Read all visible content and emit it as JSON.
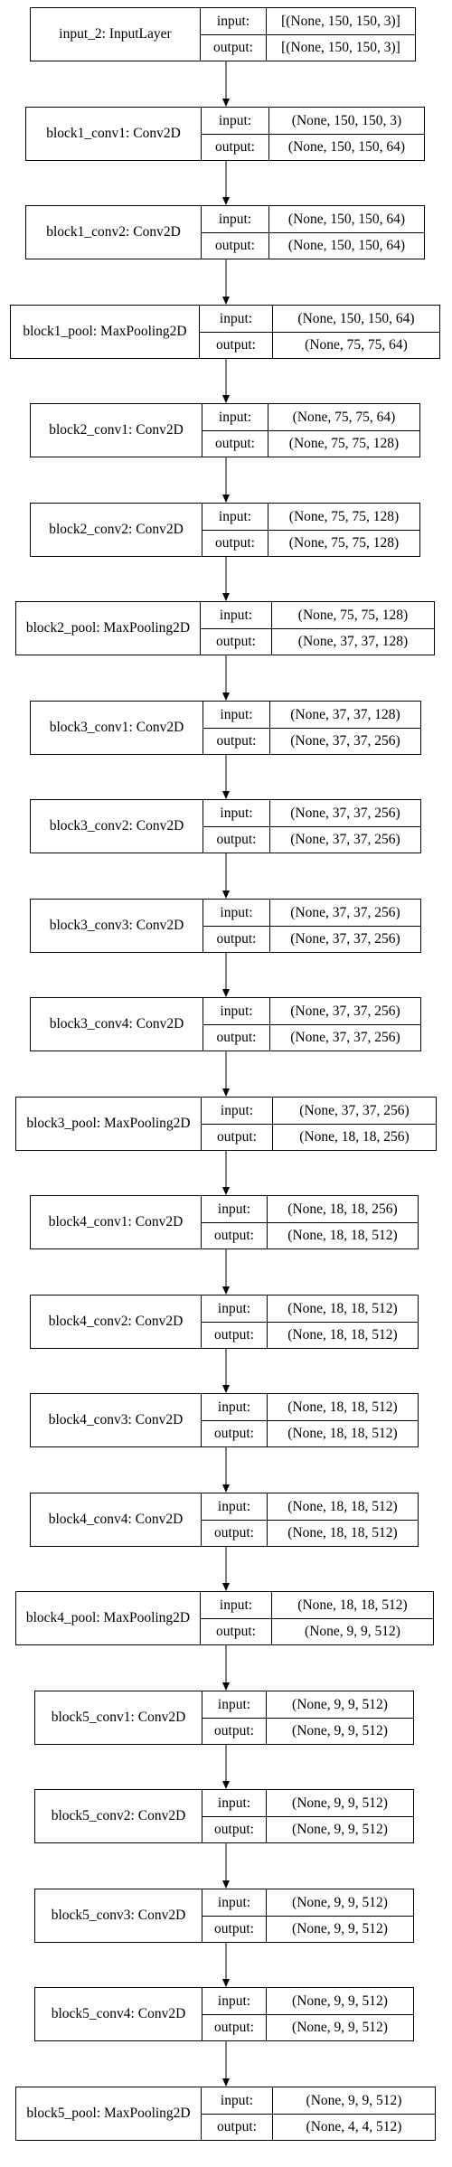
{
  "io_labels": {
    "input": "input:",
    "output": "output:"
  },
  "layers": [
    {
      "name": "input_2: InputLayer",
      "input": "[(None, 150, 150, 3)]",
      "output": "[(None, 150, 150, 3)]"
    },
    {
      "name": "block1_conv1: Conv2D",
      "input": "(None, 150, 150, 3)",
      "output": "(None, 150, 150, 64)"
    },
    {
      "name": "block1_conv2: Conv2D",
      "input": "(None, 150, 150, 64)",
      "output": "(None, 150, 150, 64)"
    },
    {
      "name": "block1_pool: MaxPooling2D",
      "input": "(None, 150, 150, 64)",
      "output": "(None, 75, 75, 64)"
    },
    {
      "name": "block2_conv1: Conv2D",
      "input": "(None, 75, 75, 64)",
      "output": "(None, 75, 75, 128)"
    },
    {
      "name": "block2_conv2: Conv2D",
      "input": "(None, 75, 75, 128)",
      "output": "(None, 75, 75, 128)"
    },
    {
      "name": "block2_pool: MaxPooling2D",
      "input": "(None, 75, 75, 128)",
      "output": "(None, 37, 37, 128)"
    },
    {
      "name": "block3_conv1: Conv2D",
      "input": "(None, 37, 37, 128)",
      "output": "(None, 37, 37, 256)"
    },
    {
      "name": "block3_conv2: Conv2D",
      "input": "(None, 37, 37, 256)",
      "output": "(None, 37, 37, 256)"
    },
    {
      "name": "block3_conv3: Conv2D",
      "input": "(None, 37, 37, 256)",
      "output": "(None, 37, 37, 256)"
    },
    {
      "name": "block3_conv4: Conv2D",
      "input": "(None, 37, 37, 256)",
      "output": "(None, 37, 37, 256)"
    },
    {
      "name": "block3_pool: MaxPooling2D",
      "input": "(None, 37, 37, 256)",
      "output": "(None, 18, 18, 256)"
    },
    {
      "name": "block4_conv1: Conv2D",
      "input": "(None, 18, 18, 256)",
      "output": "(None, 18, 18, 512)"
    },
    {
      "name": "block4_conv2: Conv2D",
      "input": "(None, 18, 18, 512)",
      "output": "(None, 18, 18, 512)"
    },
    {
      "name": "block4_conv3: Conv2D",
      "input": "(None, 18, 18, 512)",
      "output": "(None, 18, 18, 512)"
    },
    {
      "name": "block4_conv4: Conv2D",
      "input": "(None, 18, 18, 512)",
      "output": "(None, 18, 18, 512)"
    },
    {
      "name": "block4_pool: MaxPooling2D",
      "input": "(None, 18, 18, 512)",
      "output": "(None, 9, 9, 512)"
    },
    {
      "name": "block5_conv1: Conv2D",
      "input": "(None, 9, 9, 512)",
      "output": "(None, 9, 9, 512)"
    },
    {
      "name": "block5_conv2: Conv2D",
      "input": "(None, 9, 9, 512)",
      "output": "(None, 9, 9, 512)"
    },
    {
      "name": "block5_conv3: Conv2D",
      "input": "(None, 9, 9, 512)",
      "output": "(None, 9, 9, 512)"
    },
    {
      "name": "block5_conv4: Conv2D",
      "input": "(None, 9, 9, 512)",
      "output": "(None, 9, 9, 512)"
    },
    {
      "name": "block5_pool: MaxPooling2D",
      "input": "(None, 9, 9, 512)",
      "output": "(None, 4, 4, 512)"
    }
  ]
}
